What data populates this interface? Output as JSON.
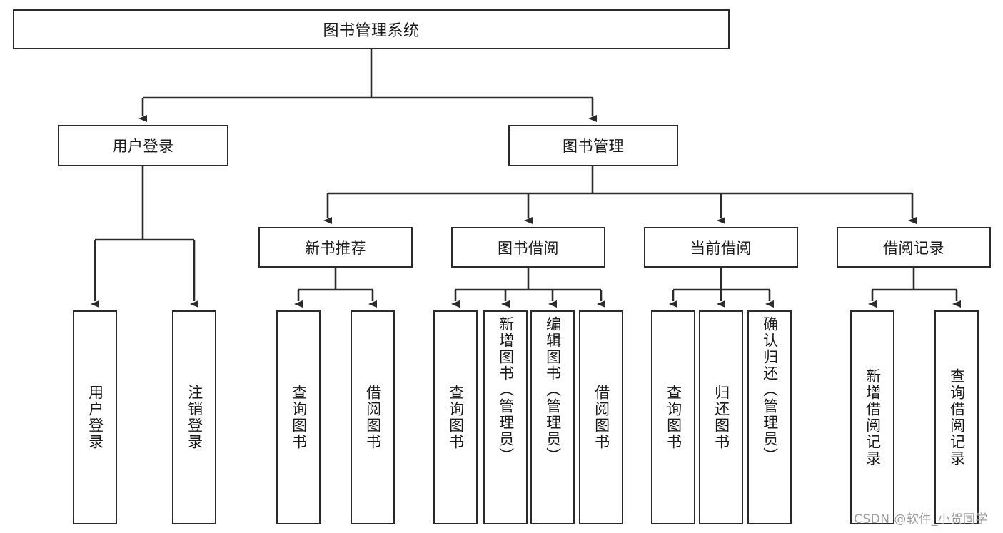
{
  "diagram": {
    "type": "tree-hierarchy",
    "title": "图书管理系统",
    "stroke_color": "#2b2b2b",
    "background_color": "#ffffff",
    "text_color": "#1a1a1a"
  },
  "root": {
    "label": "图书管理系统"
  },
  "level2": [
    {
      "label": "用户登录"
    },
    {
      "label": "图书管理"
    }
  ],
  "level3": [
    {
      "label": "新书推荐"
    },
    {
      "label": "图书借阅"
    },
    {
      "label": "当前借阅"
    },
    {
      "label": "借阅记录"
    }
  ],
  "leaves": {
    "user_login": [
      {
        "label": "用户登录"
      },
      {
        "label": "注销登录"
      }
    ],
    "new_book_recommend": [
      {
        "label": "查询图书"
      },
      {
        "label": "借阅图书"
      }
    ],
    "book_borrow": [
      {
        "label": "查询图书"
      },
      {
        "label": "新增图书（管理员）"
      },
      {
        "label": "编辑图书（管理员）"
      },
      {
        "label": "借阅图书"
      }
    ],
    "current_borrow": [
      {
        "label": "查询图书"
      },
      {
        "label": "归还图书"
      },
      {
        "label": "确认归还（管理员）"
      }
    ],
    "borrow_record": [
      {
        "label": "新增借阅记录"
      },
      {
        "label": "查询借阅记录"
      }
    ]
  },
  "watermark": {
    "text": "CSDN @软件_小贺同学"
  }
}
